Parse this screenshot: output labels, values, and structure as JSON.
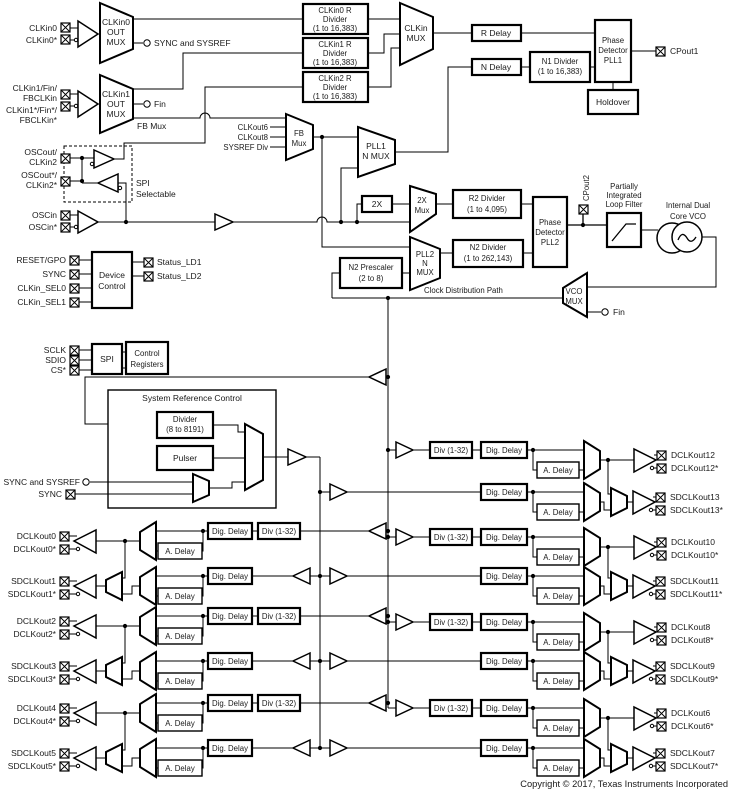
{
  "pins": {
    "clkin0": "CLKin0",
    "clkin0b": "CLKin0*",
    "clkin1": [
      "CLKin1/Fin/",
      "FBCLKin"
    ],
    "clkin1b": [
      "CLKin1*/Fin*/",
      "FBCLKin*"
    ],
    "oscout": [
      "OSCout/",
      "CLKin2"
    ],
    "oscoutb": [
      "OSCout*/",
      "CLKin2*"
    ],
    "oscin": "OSCin",
    "oscinb": "OSCin*",
    "reset": "RESET/GPO",
    "sync": "SYNC",
    "sel0": "CLKin_SEL0",
    "sel1": "CLKin_SEL1",
    "status1": "Status_LD1",
    "status2": "Status_LD2",
    "sclk": "SCLK",
    "sdio": "SDIO",
    "cs": "CS*",
    "cpout1": "CPout1",
    "cpout2": "CPout2",
    "src_sync": "SYNC"
  },
  "nets": {
    "sync_sysref": "SYNC and SYSREF",
    "fin": "Fin",
    "fb_mux": "FB Mux",
    "cdp": "Clock Distribution Path"
  },
  "blocks": {
    "clkin0_mux": [
      "CLKin0",
      "OUT",
      "MUX"
    ],
    "clkin1_mux": [
      "CLKin1",
      "OUT",
      "MUX"
    ],
    "r0": [
      "CLKin0 R",
      "Divider",
      "(1 to 16,383)"
    ],
    "r1": [
      "CLKin1 R",
      "Divider",
      "(1 to 16,383)"
    ],
    "r2": [
      "CLKin2 R",
      "Divider",
      "(1 to 16,383)"
    ],
    "clkin_mux": [
      "CLKin",
      "MUX"
    ],
    "r_delay": "R Delay",
    "n_delay": "N Delay",
    "n1": [
      "N1 Divider",
      "(1 to 16,383)"
    ],
    "pd1": [
      "Phase",
      "Detector",
      "PLL1"
    ],
    "holdover": "Holdover",
    "spi_sel": [
      "SPI",
      "Selectable"
    ],
    "device": [
      "Device",
      "Control"
    ],
    "spi": "SPI",
    "ctrl": [
      "Control",
      "Registers"
    ],
    "fb_inputs": [
      "CLKout6",
      "CLKout8",
      "SYSREF Div"
    ],
    "fb_mux": [
      "FB",
      "Mux"
    ],
    "pll1_n": [
      "PLL1",
      "N MUX"
    ],
    "x2": "2X",
    "x2_mux": [
      "2X",
      "Mux"
    ],
    "r2_div": [
      "R2 Divider",
      "(1 to 4,095)"
    ],
    "pll2_n": [
      "PLL2",
      "N",
      "MUX"
    ],
    "n2_div": [
      "N2 Divider",
      "(1 to 262,143)"
    ],
    "n2_pre": [
      "N2 Prescaler",
      "(2 to 8)"
    ],
    "pd2": [
      "Phase",
      "Detector",
      "PLL2"
    ],
    "loop_filter": [
      "Partially",
      "Integrated",
      "Loop Filter"
    ],
    "vco": [
      "Internal Dual",
      "Core VCO"
    ],
    "vco_mux": [
      "VCO",
      "MUX"
    ],
    "src_title": "System Reference Control",
    "src_div": [
      "Divider",
      "(8 to 8191)"
    ],
    "pulser": "Pulser",
    "dig_delay": "Dig. Delay",
    "a_delay": "A. Delay",
    "div32": "Div (1-32)"
  },
  "left_channels": [
    {
      "d": "DCLKout0",
      "db": "DCLKout0*",
      "s": "SDCLKout1",
      "sb": "SDCLKout1*"
    },
    {
      "d": "DCLKout2",
      "db": "DCLKout2*",
      "s": "SDCLKout3",
      "sb": "SDCLKout3*"
    },
    {
      "d": "DCLKout4",
      "db": "DCLKout4*",
      "s": "SDCLKout5",
      "sb": "SDCLKout5*"
    }
  ],
  "right_channels": [
    {
      "d": "DCLKout12",
      "db": "DCLKout12*",
      "s": "SDCLKout13",
      "sb": "SDCLKout13*"
    },
    {
      "d": "DCLKout10",
      "db": "DCLKout10*",
      "s": "SDCLKout11",
      "sb": "SDCLKout11*"
    },
    {
      "d": "DCLKout8",
      "db": "DCLKout8*",
      "s": "SDCLKout9",
      "sb": "SDCLKout9*"
    },
    {
      "d": "DCLKout6",
      "db": "DCLKout6*",
      "s": "SDCLKout7",
      "sb": "SDCLKout7*"
    }
  ],
  "copyright": "Copyright © 2017, Texas Instruments Incorporated"
}
